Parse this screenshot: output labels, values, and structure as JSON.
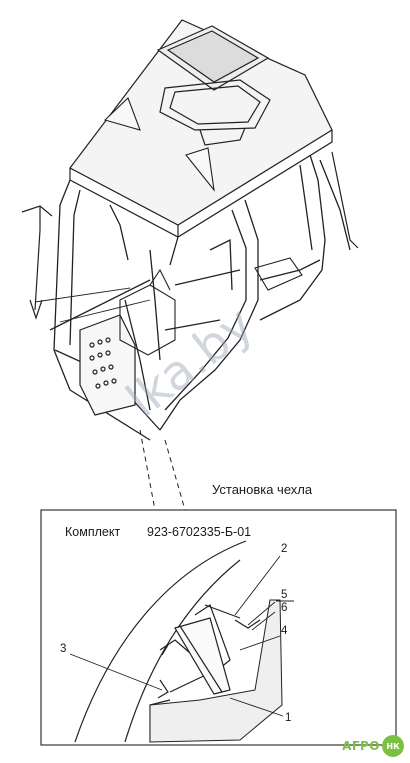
{
  "caption": "Установка чехла",
  "kit_label": "Комплект",
  "kit_number": "923-6702335-Б-01",
  "watermark": "lka.by",
  "callouts": [
    "1",
    "2",
    "3",
    "4",
    "5",
    "6"
  ],
  "logo": {
    "left": "АГРО",
    "badge": "НК",
    "color": "#7bc043"
  }
}
